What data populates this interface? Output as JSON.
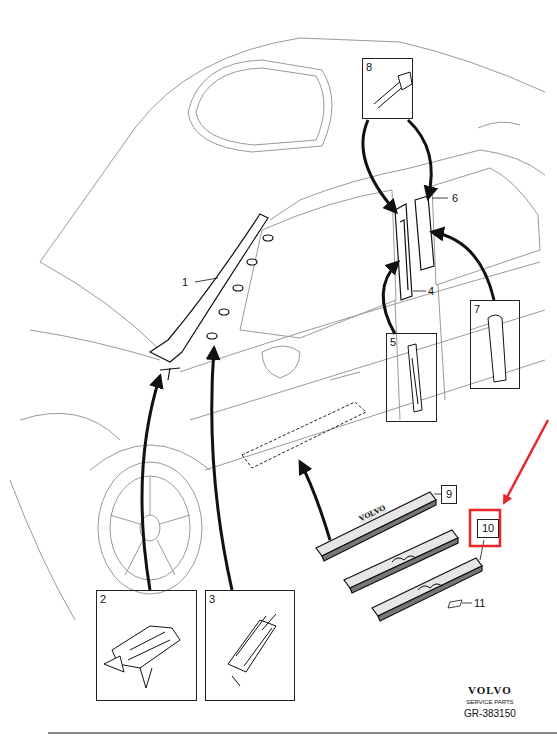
{
  "diagram": {
    "nodes": [
      {
        "text": [
          "8"
        ]
      },
      {
        "text": [
          "5"
        ]
      },
      {
        "text": [
          "7"
        ]
      },
      {
        "text": [
          "9"
        ]
      },
      {
        "text": [
          "10"
        ]
      },
      {
        "text": [
          "2"
        ]
      },
      {
        "text": [
          "3"
        ]
      }
    ],
    "labels": [
      "6",
      "1",
      "4",
      "VOLVO",
      "11",
      "VOLVO",
      "SERVICE PARTS",
      "GR-383150"
    ]
  }
}
